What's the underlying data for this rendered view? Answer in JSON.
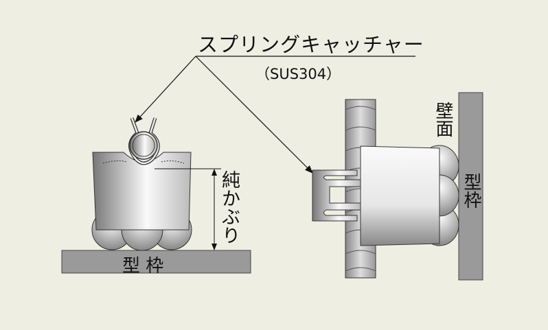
{
  "title": "スプリングキャッチャー",
  "material": "（SUS304）",
  "labels": {
    "cover": "純かぶり",
    "formwork_left": "型 枠",
    "wall_surface": "壁面",
    "formwork_right": "型枠"
  },
  "colors": {
    "background": "#efeee3",
    "formwork": "#9a9a9a",
    "line": "#111111"
  }
}
